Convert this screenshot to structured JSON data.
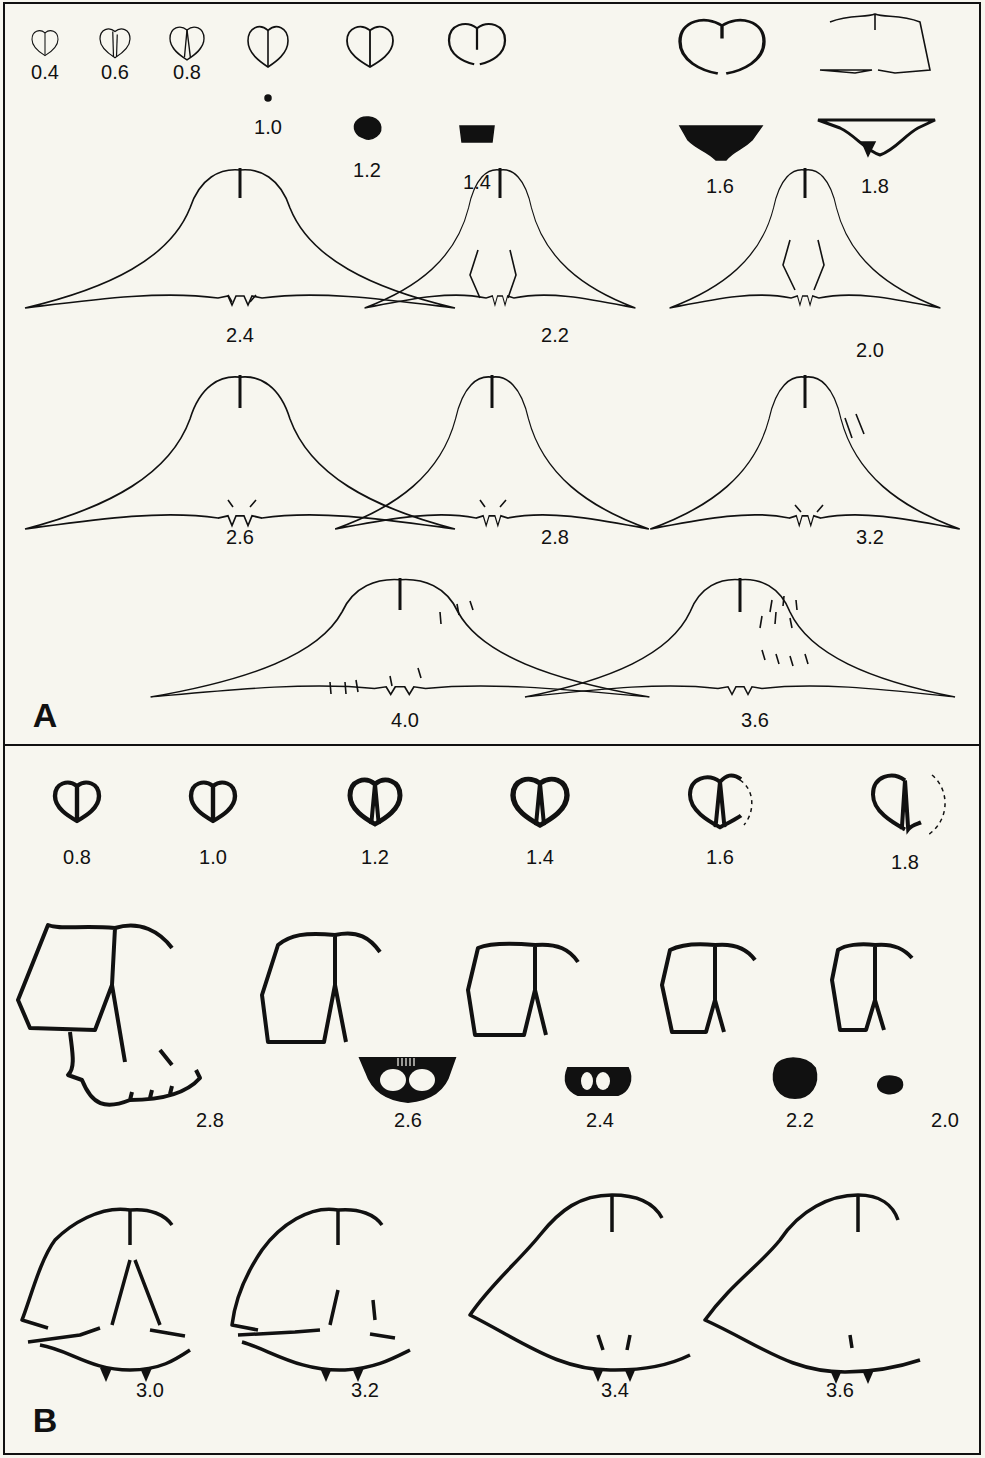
{
  "diagram": {
    "labels": [
      "0.4",
      "0.6",
      "0.8",
      "1.0",
      "1.2",
      "1.4",
      "1.6",
      "1.8",
      "2.4",
      "2.2",
      "2.0",
      "2.6",
      "2.8",
      "3.2",
      "4.0",
      "3.6",
      "A",
      "0.8",
      "1.0",
      "1.2",
      "1.4",
      "1.6",
      "1.8",
      "2.8",
      "2.6",
      "2.4",
      "2.2",
      "2.0",
      "3.0",
      "3.2",
      "3.4",
      "3.6",
      "B"
    ]
  }
}
